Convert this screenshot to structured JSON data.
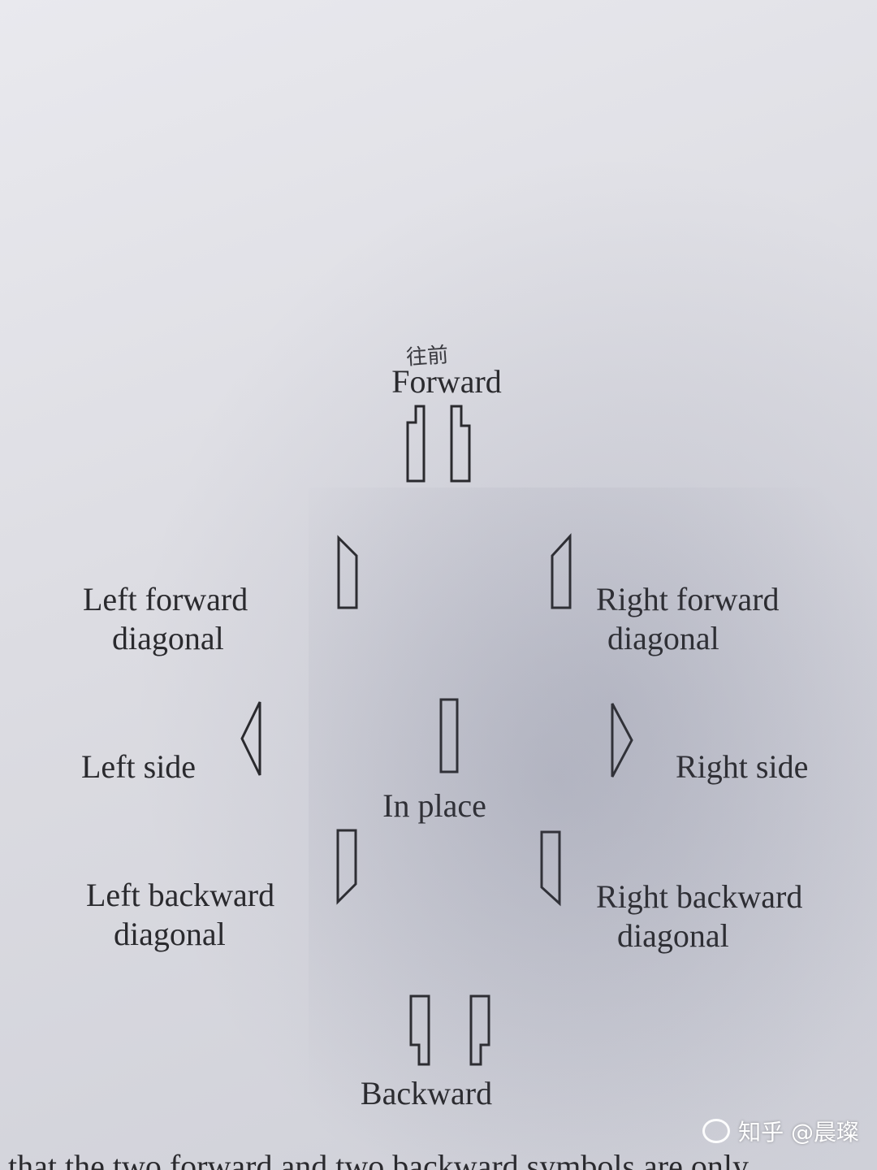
{
  "annotation": "往前",
  "labels": {
    "forward": "Forward",
    "left_forward": [
      "Left  forward",
      "diagonal"
    ],
    "right_forward": [
      "Right  forward",
      "diagonal"
    ],
    "left_side": "Left side",
    "right_side": "Right side",
    "in_place": "In place",
    "left_backward": [
      "Left backward",
      "diagonal"
    ],
    "right_backward": [
      "Right backward",
      "diagonal"
    ],
    "backward": "Backward"
  },
  "watermark": {
    "text": "知乎 @晨璨",
    "icon": "wechat-icon"
  },
  "bottom_text": "that the two forward and two backward symbols are only",
  "colors": {
    "ink": "#2a2a2e",
    "paper": "#e4e4ea"
  }
}
